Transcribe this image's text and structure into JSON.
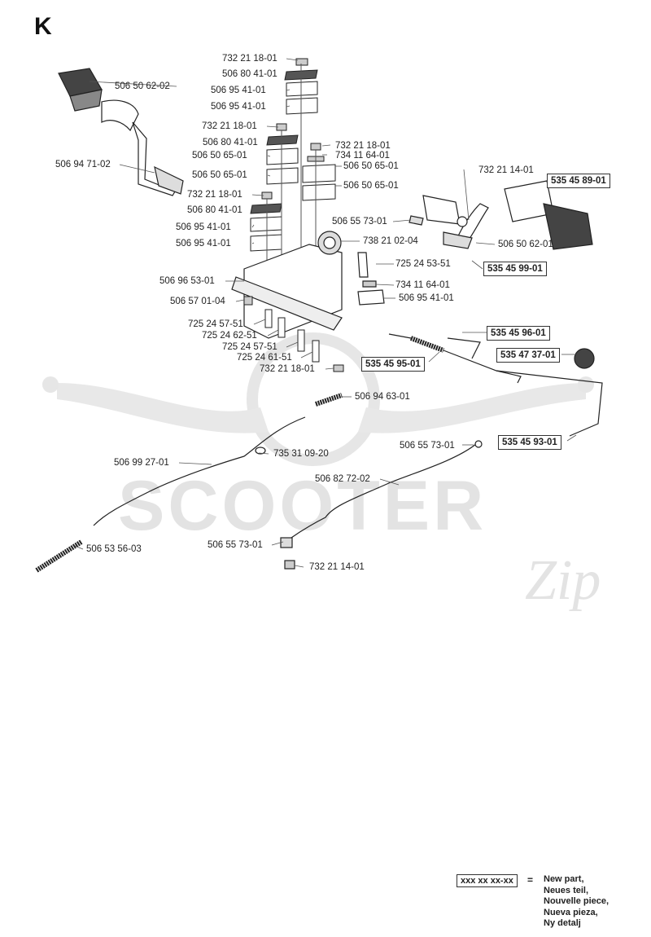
{
  "section": "K",
  "watermark": {
    "brand": "SCOOTER",
    "script": "Zip",
    "color": "#e3e3e3"
  },
  "parts": [
    {
      "id": "p-732-21-18-01-a",
      "text": "732 21 18-01",
      "is_new": false
    },
    {
      "id": "p-506-80-41-01-a",
      "text": "506 80 41-01",
      "is_new": false
    },
    {
      "id": "p-506-95-41-01-a",
      "text": "506 95 41-01",
      "is_new": false
    },
    {
      "id": "p-506-95-41-01-b",
      "text": "506 95 41-01",
      "is_new": false
    },
    {
      "id": "p-506-50-62-02",
      "text": "506 50 62-02",
      "is_new": false
    },
    {
      "id": "p-732-21-18-01-b",
      "text": "732 21 18-01",
      "is_new": false
    },
    {
      "id": "p-506-80-41-01-b",
      "text": "506 80 41-01",
      "is_new": false
    },
    {
      "id": "p-506-50-65-01-a",
      "text": "506 50 65-01",
      "is_new": false
    },
    {
      "id": "p-506-94-71-02",
      "text": "506 94 71-02",
      "is_new": false
    },
    {
      "id": "p-506-50-65-01-b",
      "text": "506 50 65-01",
      "is_new": false
    },
    {
      "id": "p-732-21-18-01-c",
      "text": "732 21 18-01",
      "is_new": false
    },
    {
      "id": "p-506-80-41-01-c",
      "text": "506 80 41-01",
      "is_new": false
    },
    {
      "id": "p-506-95-41-01-c",
      "text": "506 95 41-01",
      "is_new": false
    },
    {
      "id": "p-506-95-41-01-d",
      "text": "506 95 41-01",
      "is_new": false
    },
    {
      "id": "p-732-21-18-01-d",
      "text": "732 21 18-01",
      "is_new": false
    },
    {
      "id": "p-734-11-64-01-a",
      "text": "734 11 64-01",
      "is_new": false
    },
    {
      "id": "p-506-50-65-01-c",
      "text": "506 50 65-01",
      "is_new": false
    },
    {
      "id": "p-506-50-65-01-d",
      "text": "506 50 65-01",
      "is_new": false
    },
    {
      "id": "p-732-21-14-01-a",
      "text": "732 21 14-01",
      "is_new": false
    },
    {
      "id": "p-535-45-89-01",
      "text": "535 45 89-01",
      "is_new": true
    },
    {
      "id": "p-506-55-73-01-a",
      "text": "506 55 73-01",
      "is_new": false
    },
    {
      "id": "p-738-21-02-04",
      "text": "738 21 02-04",
      "is_new": false
    },
    {
      "id": "p-506-50-62-01",
      "text": "506 50 62-01",
      "is_new": false
    },
    {
      "id": "p-535-45-99-01",
      "text": "535 45 99-01",
      "is_new": true
    },
    {
      "id": "p-725-24-53-51",
      "text": "725 24 53-51",
      "is_new": false
    },
    {
      "id": "p-506-96-53-01",
      "text": "506 96 53-01",
      "is_new": false
    },
    {
      "id": "p-734-11-64-01-b",
      "text": "734 11 64-01",
      "is_new": false
    },
    {
      "id": "p-506-57-01-04",
      "text": "506 57 01-04",
      "is_new": false
    },
    {
      "id": "p-506-95-41-01-e",
      "text": "506 95 41-01",
      "is_new": false
    },
    {
      "id": "p-725-24-57-51-a",
      "text": "725 24 57-51",
      "is_new": false
    },
    {
      "id": "p-535-45-96-01",
      "text": "535 45 96-01",
      "is_new": true
    },
    {
      "id": "p-725-24-62-51",
      "text": "725 24 62-51",
      "is_new": false
    },
    {
      "id": "p-725-24-57-51-b",
      "text": "725 24 57-51",
      "is_new": false
    },
    {
      "id": "p-535-47-37-01",
      "text": "535 47 37-01",
      "is_new": true
    },
    {
      "id": "p-725-24-61-51",
      "text": "725 24 61-51",
      "is_new": false
    },
    {
      "id": "p-535-45-95-01",
      "text": "535 45 95-01",
      "is_new": true
    },
    {
      "id": "p-732-21-18-01-e",
      "text": "732 21 18-01",
      "is_new": false
    },
    {
      "id": "p-506-94-63-01",
      "text": "506 94 63-01",
      "is_new": false
    },
    {
      "id": "p-535-45-93-01",
      "text": "535 45 93-01",
      "is_new": true
    },
    {
      "id": "p-506-55-73-01-b",
      "text": "506 55 73-01",
      "is_new": false
    },
    {
      "id": "p-506-99-27-01",
      "text": "506 99 27-01",
      "is_new": false
    },
    {
      "id": "p-735-31-09-20",
      "text": "735 31 09-20",
      "is_new": false
    },
    {
      "id": "p-506-82-72-02",
      "text": "506 82 72-02",
      "is_new": false
    },
    {
      "id": "p-506-55-73-01-c",
      "text": "506 55 73-01",
      "is_new": false
    },
    {
      "id": "p-506-53-56-03",
      "text": "506 53 56-03",
      "is_new": false
    },
    {
      "id": "p-732-21-14-01-b",
      "text": "732 21 14-01",
      "is_new": false
    }
  ],
  "legend": {
    "box": "xxx xx xx-xx",
    "equals": "=",
    "lines": [
      "New part,",
      "Neues teil,",
      "Nouvelle piece,",
      "Nueva pieza,",
      "Ny detalj"
    ]
  }
}
